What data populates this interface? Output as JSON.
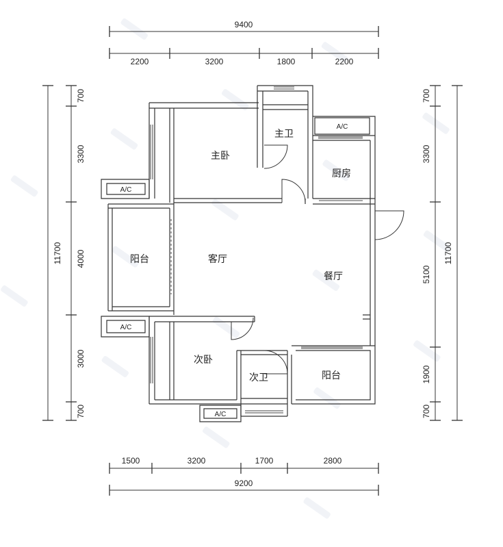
{
  "dimensions": {
    "top_total": "9400",
    "top_segments": [
      "2200",
      "3200",
      "1800",
      "2200"
    ],
    "bottom_total": "9200",
    "bottom_segments": [
      "1500",
      "3200",
      "1700",
      "2800"
    ],
    "left_total": "11700",
    "left_segments": [
      "700",
      "3300",
      "4000",
      "3000",
      "700"
    ],
    "right_total": "11700",
    "right_segments": [
      "700",
      "3300",
      "5100",
      "1900",
      "700"
    ]
  },
  "rooms": {
    "master_bedroom": "主卧",
    "master_bath": "主卫",
    "kitchen": "厨房",
    "balcony_left": "阳台",
    "living_room": "客厅",
    "dining_room": "餐厅",
    "second_bedroom": "次卧",
    "second_bath": "次卫",
    "balcony_right": "阳台"
  },
  "ac_label": "A/C"
}
